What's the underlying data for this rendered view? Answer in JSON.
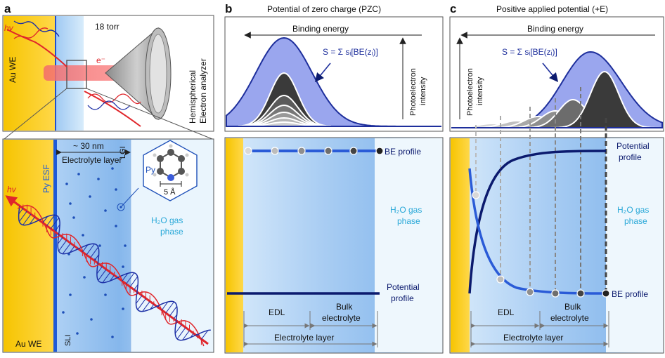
{
  "panel_a": {
    "letter": "a",
    "top": {
      "hv": "hv",
      "electrode": "Au WE",
      "pressure": "18 torr",
      "electron": "e⁻",
      "analyzer_line1": "Hemispherical",
      "analyzer_line2": "Electron analyzer"
    },
    "bottom": {
      "thickness": "~ 30 nm",
      "layer": "Electrolyte layer",
      "lgi": "LGI",
      "esf": "Py ESF",
      "hv": "hv",
      "molecule": "Py",
      "scale": "5 Å",
      "gas_line1": "H₂O gas",
      "gas_line2": "phase",
      "electrode": "Au WE",
      "sli": "SLI"
    }
  },
  "panel_b": {
    "letter": "b",
    "title": "Potential of zero charge (PZC)",
    "binding_energy": "Binding energy",
    "formula": "S = Σ sᵢ[BE(zᵢ)]",
    "intensity_line1": "Photoelectron",
    "intensity_line2": "intensity",
    "be_profile": "BE profile",
    "gas_line1": "H₂O gas",
    "gas_line2": "phase",
    "potential_line1": "Potential",
    "potential_line2": "profile",
    "edl": "EDL",
    "bulk_line1": "Bulk",
    "bulk_line2": "electrolyte",
    "electrolyte_layer": "Electrolyte layer"
  },
  "panel_c": {
    "letter": "c",
    "title": "Positive applied potential (+E)",
    "binding_energy": "Binding energy",
    "formula": "S = Σ sᵢ[BE(zᵢ)]",
    "intensity_line1": "Photoelectron",
    "intensity_line2": "intensity",
    "potential_line1": "Potential",
    "potential_line2": "profile",
    "gas_line1": "H₂O gas",
    "gas_line2": "phase",
    "be_profile": "BE profile",
    "edl": "EDL",
    "bulk_line1": "Bulk",
    "bulk_line2": "electrolyte",
    "electrolyte_layer": "Electrolyte layer"
  },
  "colors": {
    "gold": "#f3c417",
    "navy": "#0b1a6e",
    "blue": "#2a5bd7",
    "peak": "#9aa6ee",
    "cyan_text": "#29a8d8",
    "red": "#e0262b"
  }
}
